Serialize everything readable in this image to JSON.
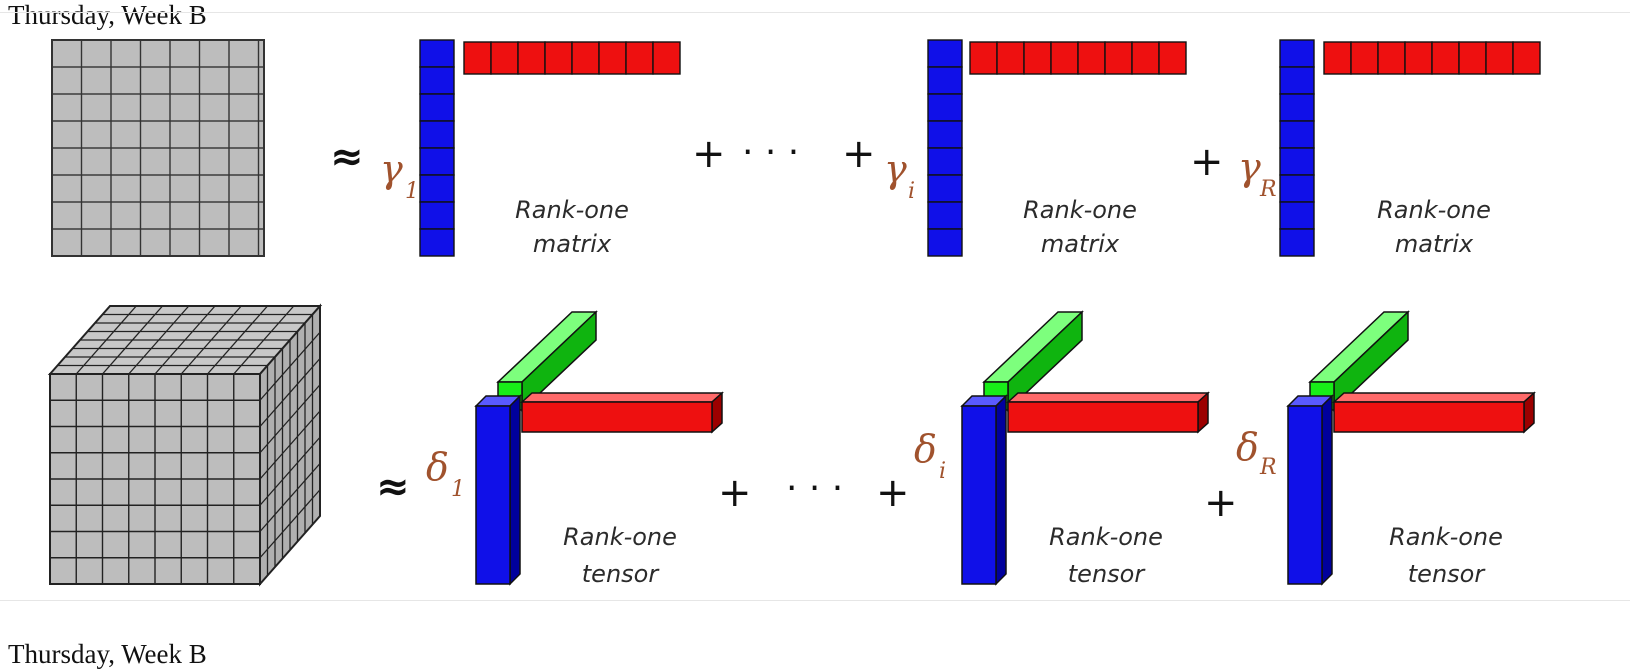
{
  "header_label": "Thursday, Week B",
  "footer_label": "Thursday, Week B",
  "matrix_row": {
    "approx_symbol": "≈",
    "plus_symbol": "+",
    "ellipsis": "· · ·",
    "terms": [
      {
        "coef": "γ",
        "subscript": "1",
        "caption_line1": "Rank-one",
        "caption_line2": "matrix"
      },
      {
        "coef": "γ",
        "subscript": "i",
        "caption_line1": "Rank-one",
        "caption_line2": "matrix"
      },
      {
        "coef": "γ",
        "subscript": "R",
        "caption_line1": "Rank-one",
        "caption_line2": "matrix"
      }
    ]
  },
  "tensor_row": {
    "approx_symbol": "≈",
    "plus_symbol": "+",
    "ellipsis": "· · ·",
    "terms": [
      {
        "coef": "δ",
        "subscript": "1",
        "caption_line1": "Rank-one",
        "caption_line2": "tensor"
      },
      {
        "coef": "δ",
        "subscript": "i",
        "caption_line1": "Rank-one",
        "caption_line2": "tensor"
      },
      {
        "coef": "δ",
        "subscript": "R",
        "caption_line1": "Rank-one",
        "caption_line2": "tensor"
      }
    ]
  },
  "colors": {
    "grid_fill": "#bdbdbd",
    "blue": "#1010e8",
    "red": "#ee1010",
    "green": "#18ee18",
    "coef": "#a0522d"
  }
}
